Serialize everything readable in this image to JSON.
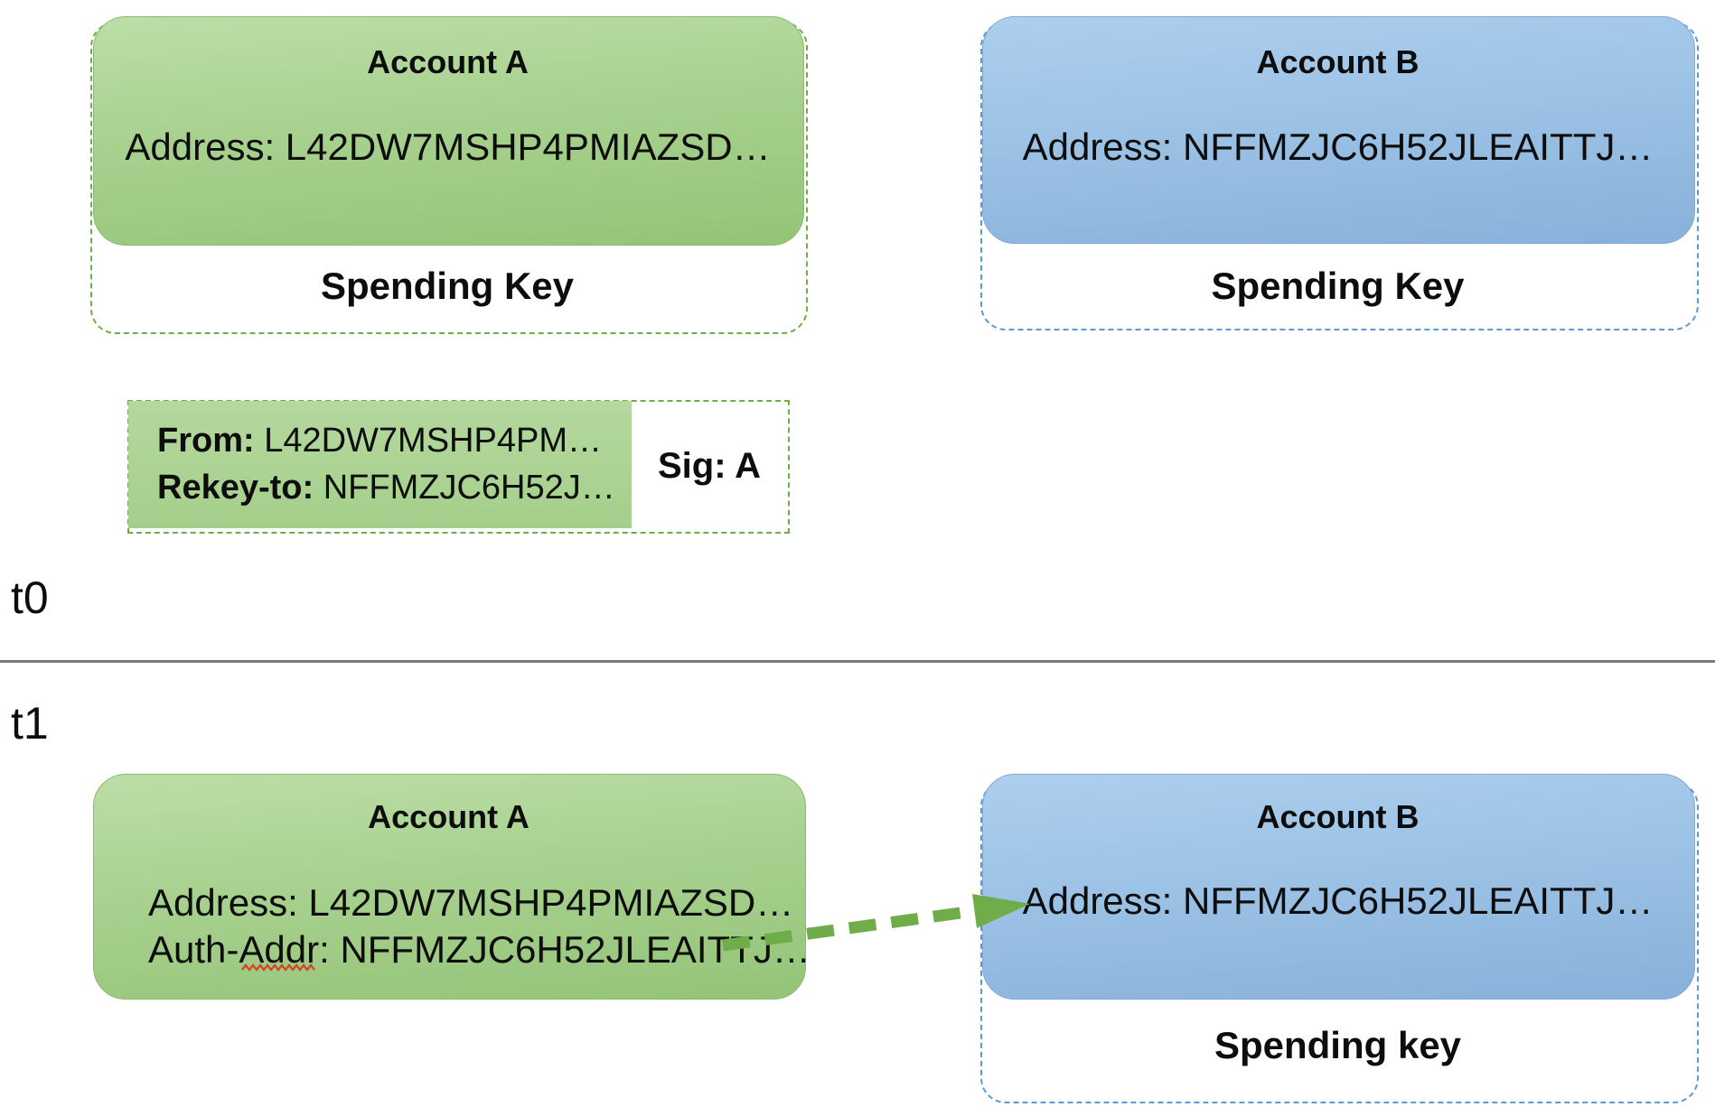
{
  "t0": {
    "label": "t0",
    "account_a": {
      "title": "Account A",
      "address": "Address: L42DW7MSHP4PMIAZSD…",
      "key_label": "Spending Key"
    },
    "account_b": {
      "title": "Account B",
      "address": "Address: NFFMZJC6H52JLEAITTJ…",
      "key_label": "Spending Key"
    },
    "transaction": {
      "from_label": "From:",
      "from_value": " L42DW7MSHP4PM…",
      "rekey_label": "Rekey-to:",
      "rekey_value": "  NFFMZJC6H52J…",
      "sig": "Sig: A"
    }
  },
  "t1": {
    "label": "t1",
    "account_a": {
      "title": "Account A",
      "address": "Address: L42DW7MSHP4PMIAZSD…",
      "auth_addr": "Auth-Addr: NFFMZJC6H52JLEAITTJ…"
    },
    "account_b": {
      "title": "Account B",
      "address": "Address: NFFMZJC6H52JLEAITTJ…",
      "key_label": "Spending key"
    }
  },
  "colors": {
    "green_fill": "#a9d18e",
    "green_line": "#70ad47",
    "blue_fill": "#9dc3e6",
    "blue_line": "#5b9bd5",
    "arrow_green": "#6fad4a",
    "squiggle_red": "#d24726",
    "divider_gray": "#7a7a7a"
  }
}
